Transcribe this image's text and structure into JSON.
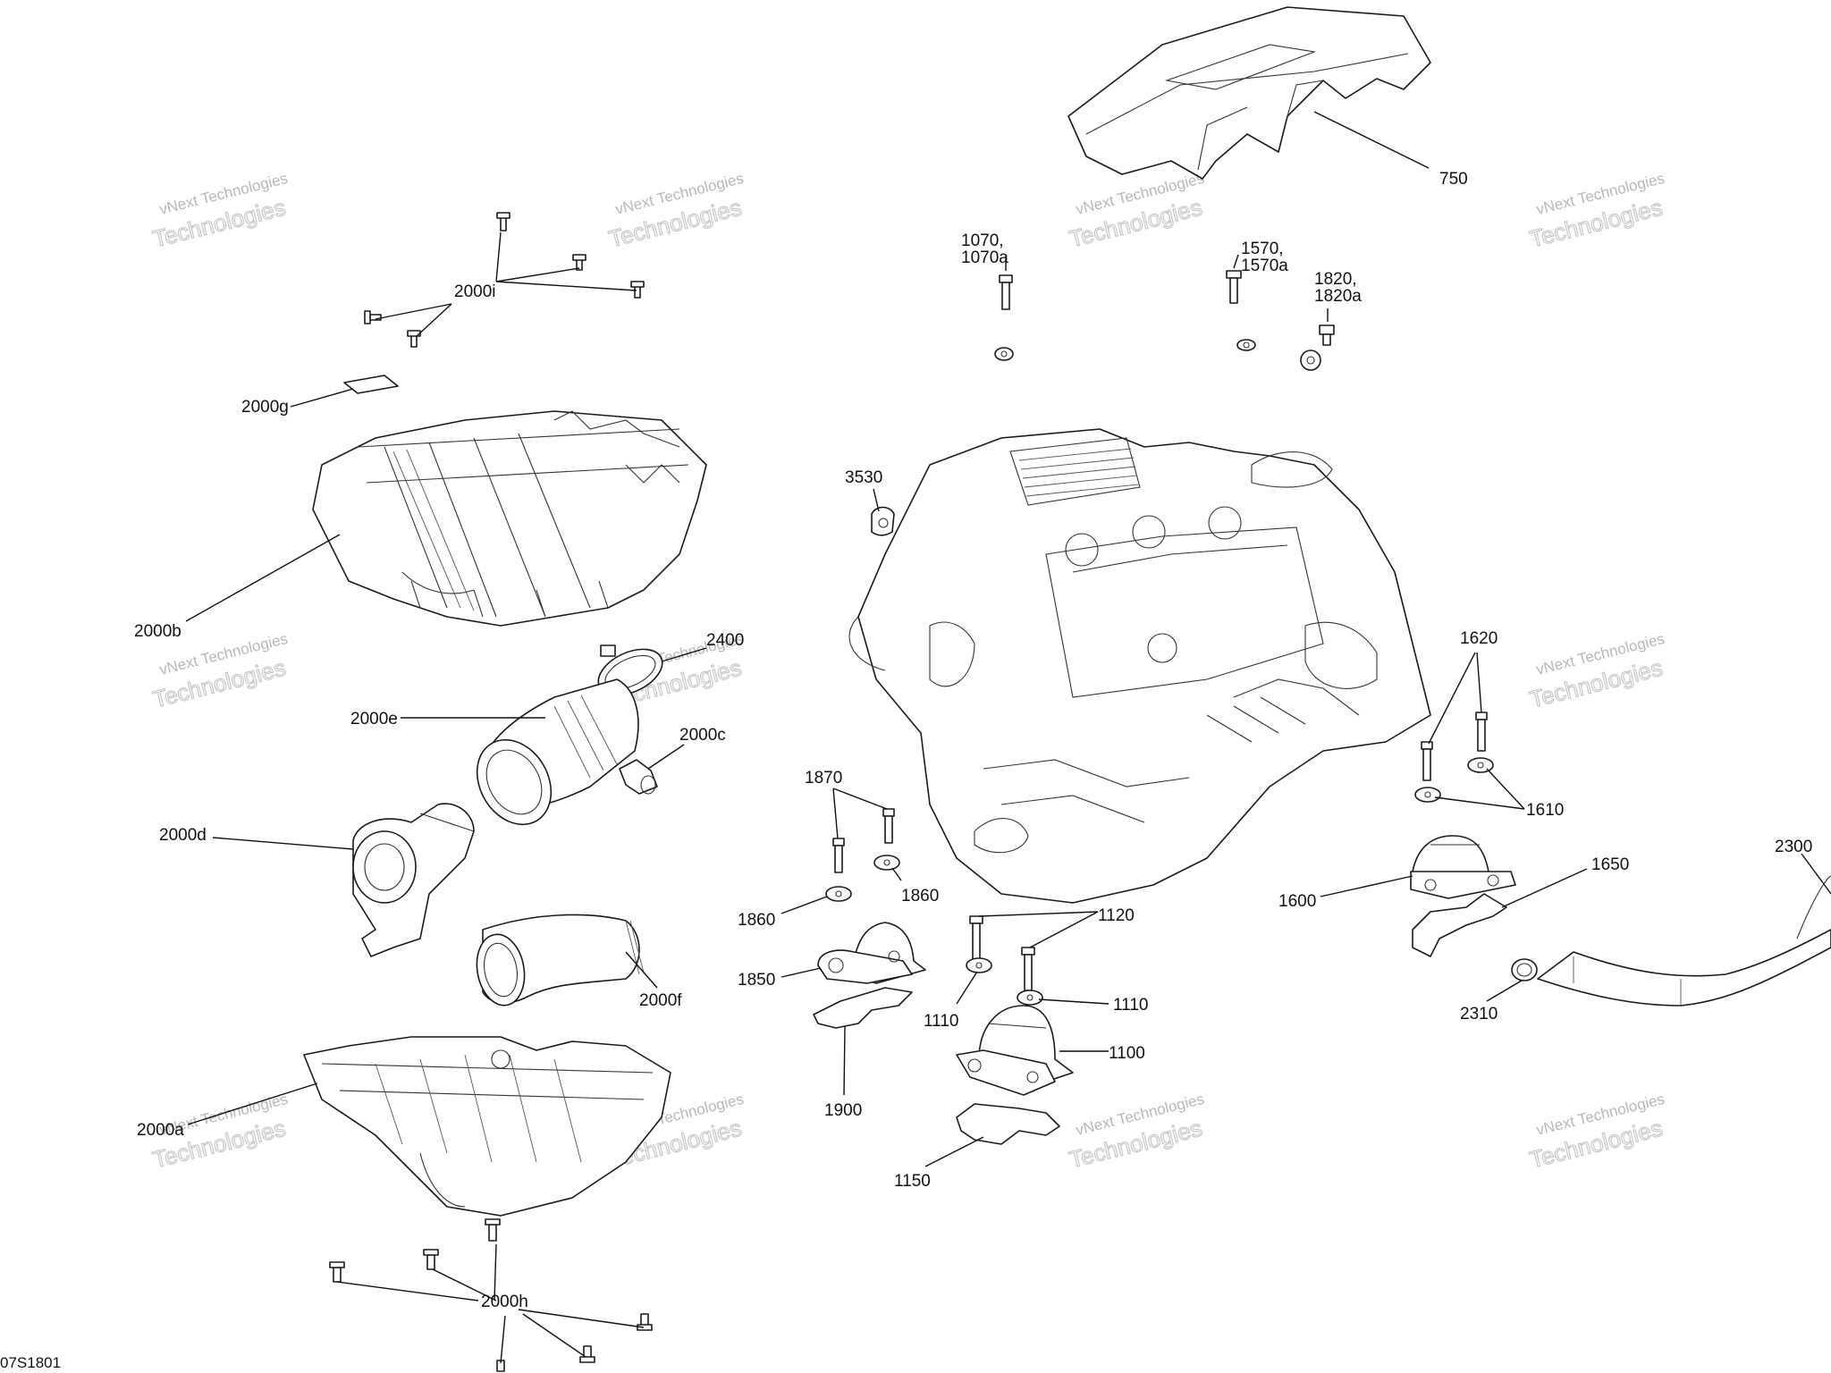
{
  "figure_code": "07S1801",
  "watermark": {
    "line1": "vNext Technologies",
    "line2": "Technologies"
  },
  "callouts": [
    {
      "id": "750",
      "text": "750"
    },
    {
      "id": "1070",
      "text": "1070,",
      "text2": "1070a"
    },
    {
      "id": "1570",
      "text": "1570,",
      "text2": "1570a"
    },
    {
      "id": "1820",
      "text": "1820,",
      "text2": "1820a"
    },
    {
      "id": "2000i",
      "text": "2000i"
    },
    {
      "id": "2000g",
      "text": "2000g"
    },
    {
      "id": "2000b",
      "text": "2000b"
    },
    {
      "id": "3530",
      "text": "3530"
    },
    {
      "id": "2400",
      "text": "2400"
    },
    {
      "id": "2000e",
      "text": "2000e"
    },
    {
      "id": "2000c",
      "text": "2000c"
    },
    {
      "id": "2000d",
      "text": "2000d"
    },
    {
      "id": "2000f",
      "text": "2000f"
    },
    {
      "id": "2000a",
      "text": "2000a"
    },
    {
      "id": "2000h",
      "text": "2000h"
    },
    {
      "id": "1620",
      "text": "1620"
    },
    {
      "id": "1610",
      "text": "1610"
    },
    {
      "id": "1600",
      "text": "1600"
    },
    {
      "id": "1650",
      "text": "1650"
    },
    {
      "id": "2300",
      "text": "2300"
    },
    {
      "id": "2310",
      "text": "2310"
    },
    {
      "id": "1870",
      "text": "1870"
    },
    {
      "id": "1860a",
      "text": "1860"
    },
    {
      "id": "1860b",
      "text": "1860"
    },
    {
      "id": "1850",
      "text": "1850"
    },
    {
      "id": "1900",
      "text": "1900"
    },
    {
      "id": "1120",
      "text": "1120"
    },
    {
      "id": "1110a",
      "text": "1110"
    },
    {
      "id": "1110b",
      "text": "1110"
    },
    {
      "id": "1100",
      "text": "1100"
    },
    {
      "id": "1150",
      "text": "1150"
    }
  ]
}
